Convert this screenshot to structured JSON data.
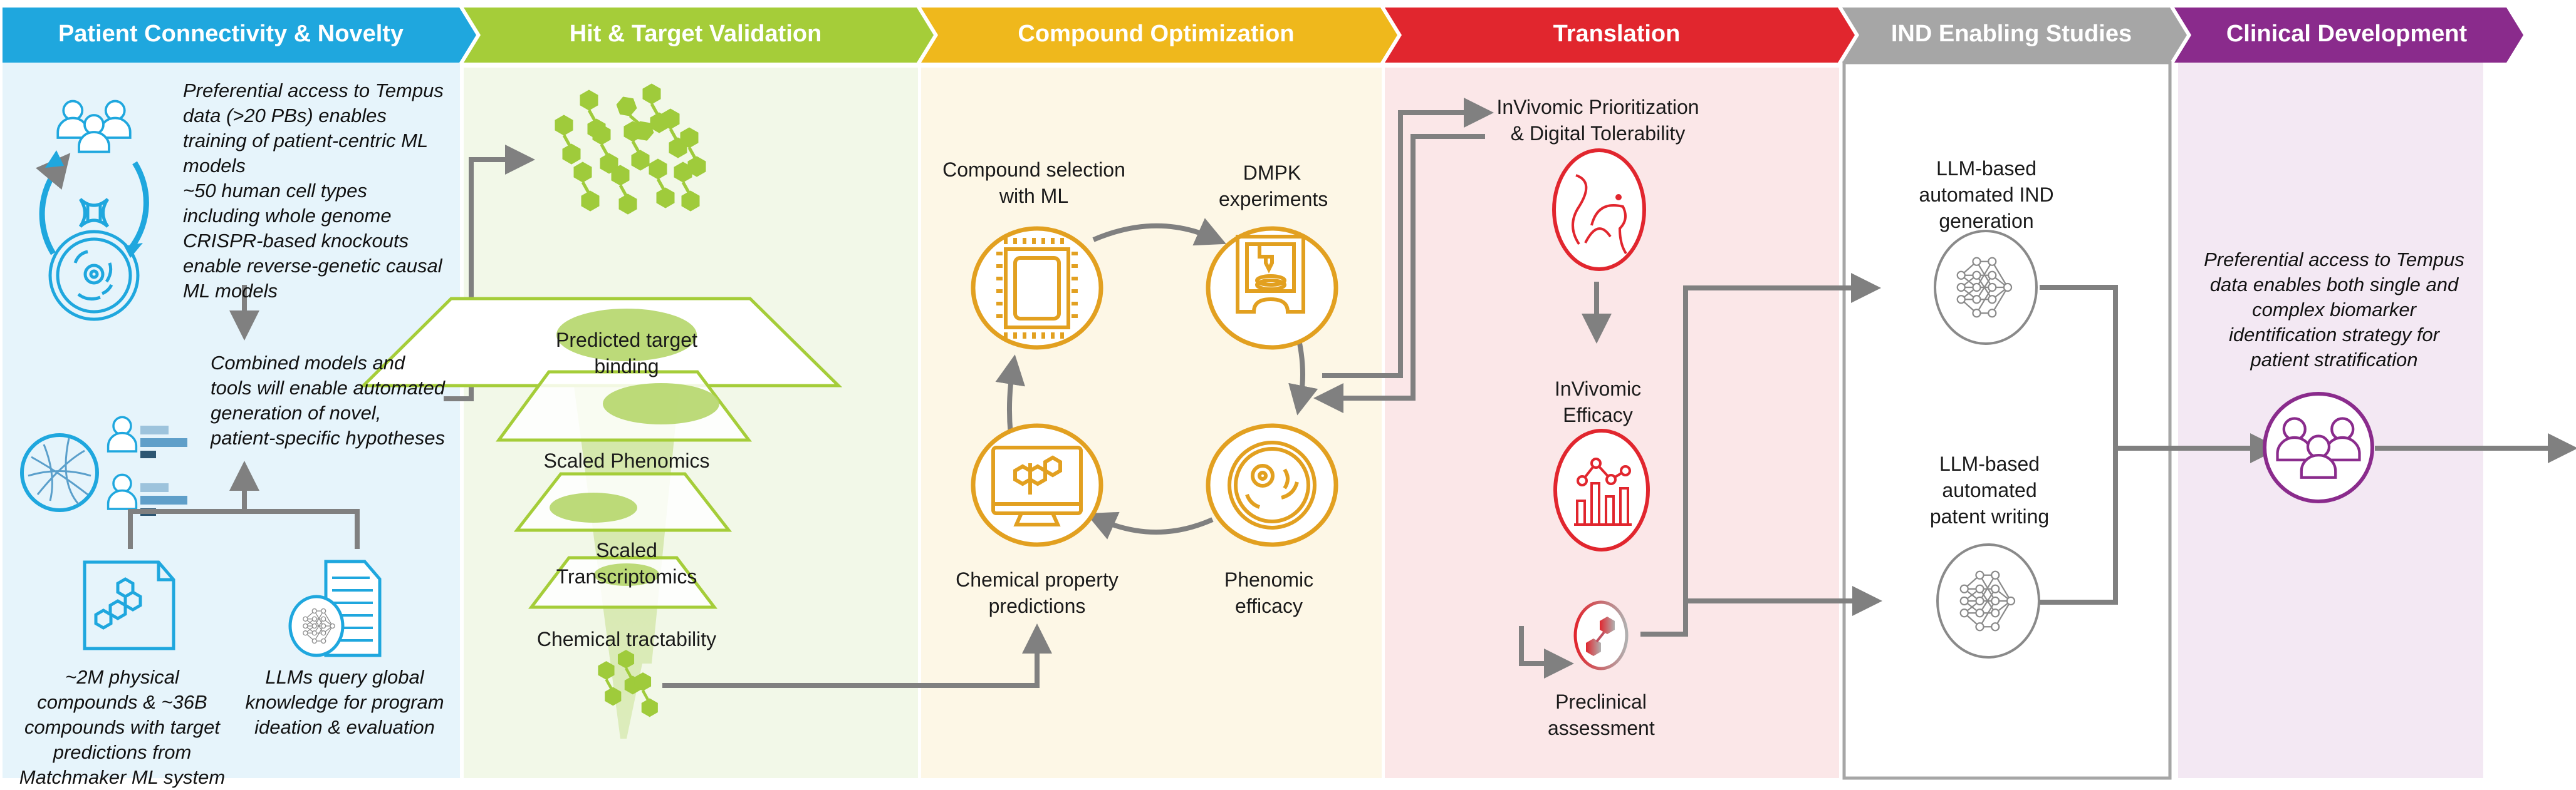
{
  "colors": {
    "patient": "#1fa7de",
    "hit": "#a5cd39",
    "compound": "#efb81c",
    "translation": "#e1262e",
    "ind": "#a6a6a6",
    "clinical": "#8a2b8c",
    "arrow": "#808080",
    "compound_icon": "#e2a020"
  },
  "stages": [
    {
      "id": "patient",
      "title": "Patient Connectivity & Novelty"
    },
    {
      "id": "hit",
      "title": "Hit & Target Validation"
    },
    {
      "id": "compound",
      "title": "Compound Optimization"
    },
    {
      "id": "translation",
      "title": "Translation"
    },
    {
      "id": "ind",
      "title": "IND Enabling Studies"
    },
    {
      "id": "clinical",
      "title": "Clinical Development"
    }
  ],
  "patient": {
    "text1": "Preferential access to Tempus data (>20 PBs) enables training of patient-centric ML models",
    "text2": "~50 human cell types including whole genome CRISPR-based knockouts enable reverse-genetic causal ML models",
    "text3": "Combined models and tools will enable automated generation of novel, patient-specific hypotheses",
    "text4": "~2M physical compounds & ~36B compounds with target predictions from Matchmaker ML system",
    "text5": "LLMs query global knowledge for program ideation & evaluation"
  },
  "hit": {
    "layers": [
      "Predicted target binding",
      "Scaled Phenomics",
      "Scaled Transcriptomics",
      "Chemical tractability"
    ]
  },
  "compound": {
    "nodes": [
      {
        "label": "Compound selection with ML",
        "icon": "chip-icon"
      },
      {
        "label": "DMPK experiments",
        "icon": "3d-printer-icon"
      },
      {
        "label": "Phenomic efficacy",
        "icon": "cell-icon"
      },
      {
        "label": "Chemical property predictions",
        "icon": "monitor-molecule-icon"
      }
    ]
  },
  "translation": {
    "step1": "InVivomic Prioritization & Digital Tolerability",
    "step2": "InVivomic Efficacy",
    "step3": "Preclinical assessment"
  },
  "ind": {
    "step1": "LLM-based automated IND generation",
    "step2": "LLM-based automated patent writing"
  },
  "clinical": {
    "text": "Preferential access to Tempus data enables both single and complex biomarker identification strategy  for patient stratification"
  }
}
